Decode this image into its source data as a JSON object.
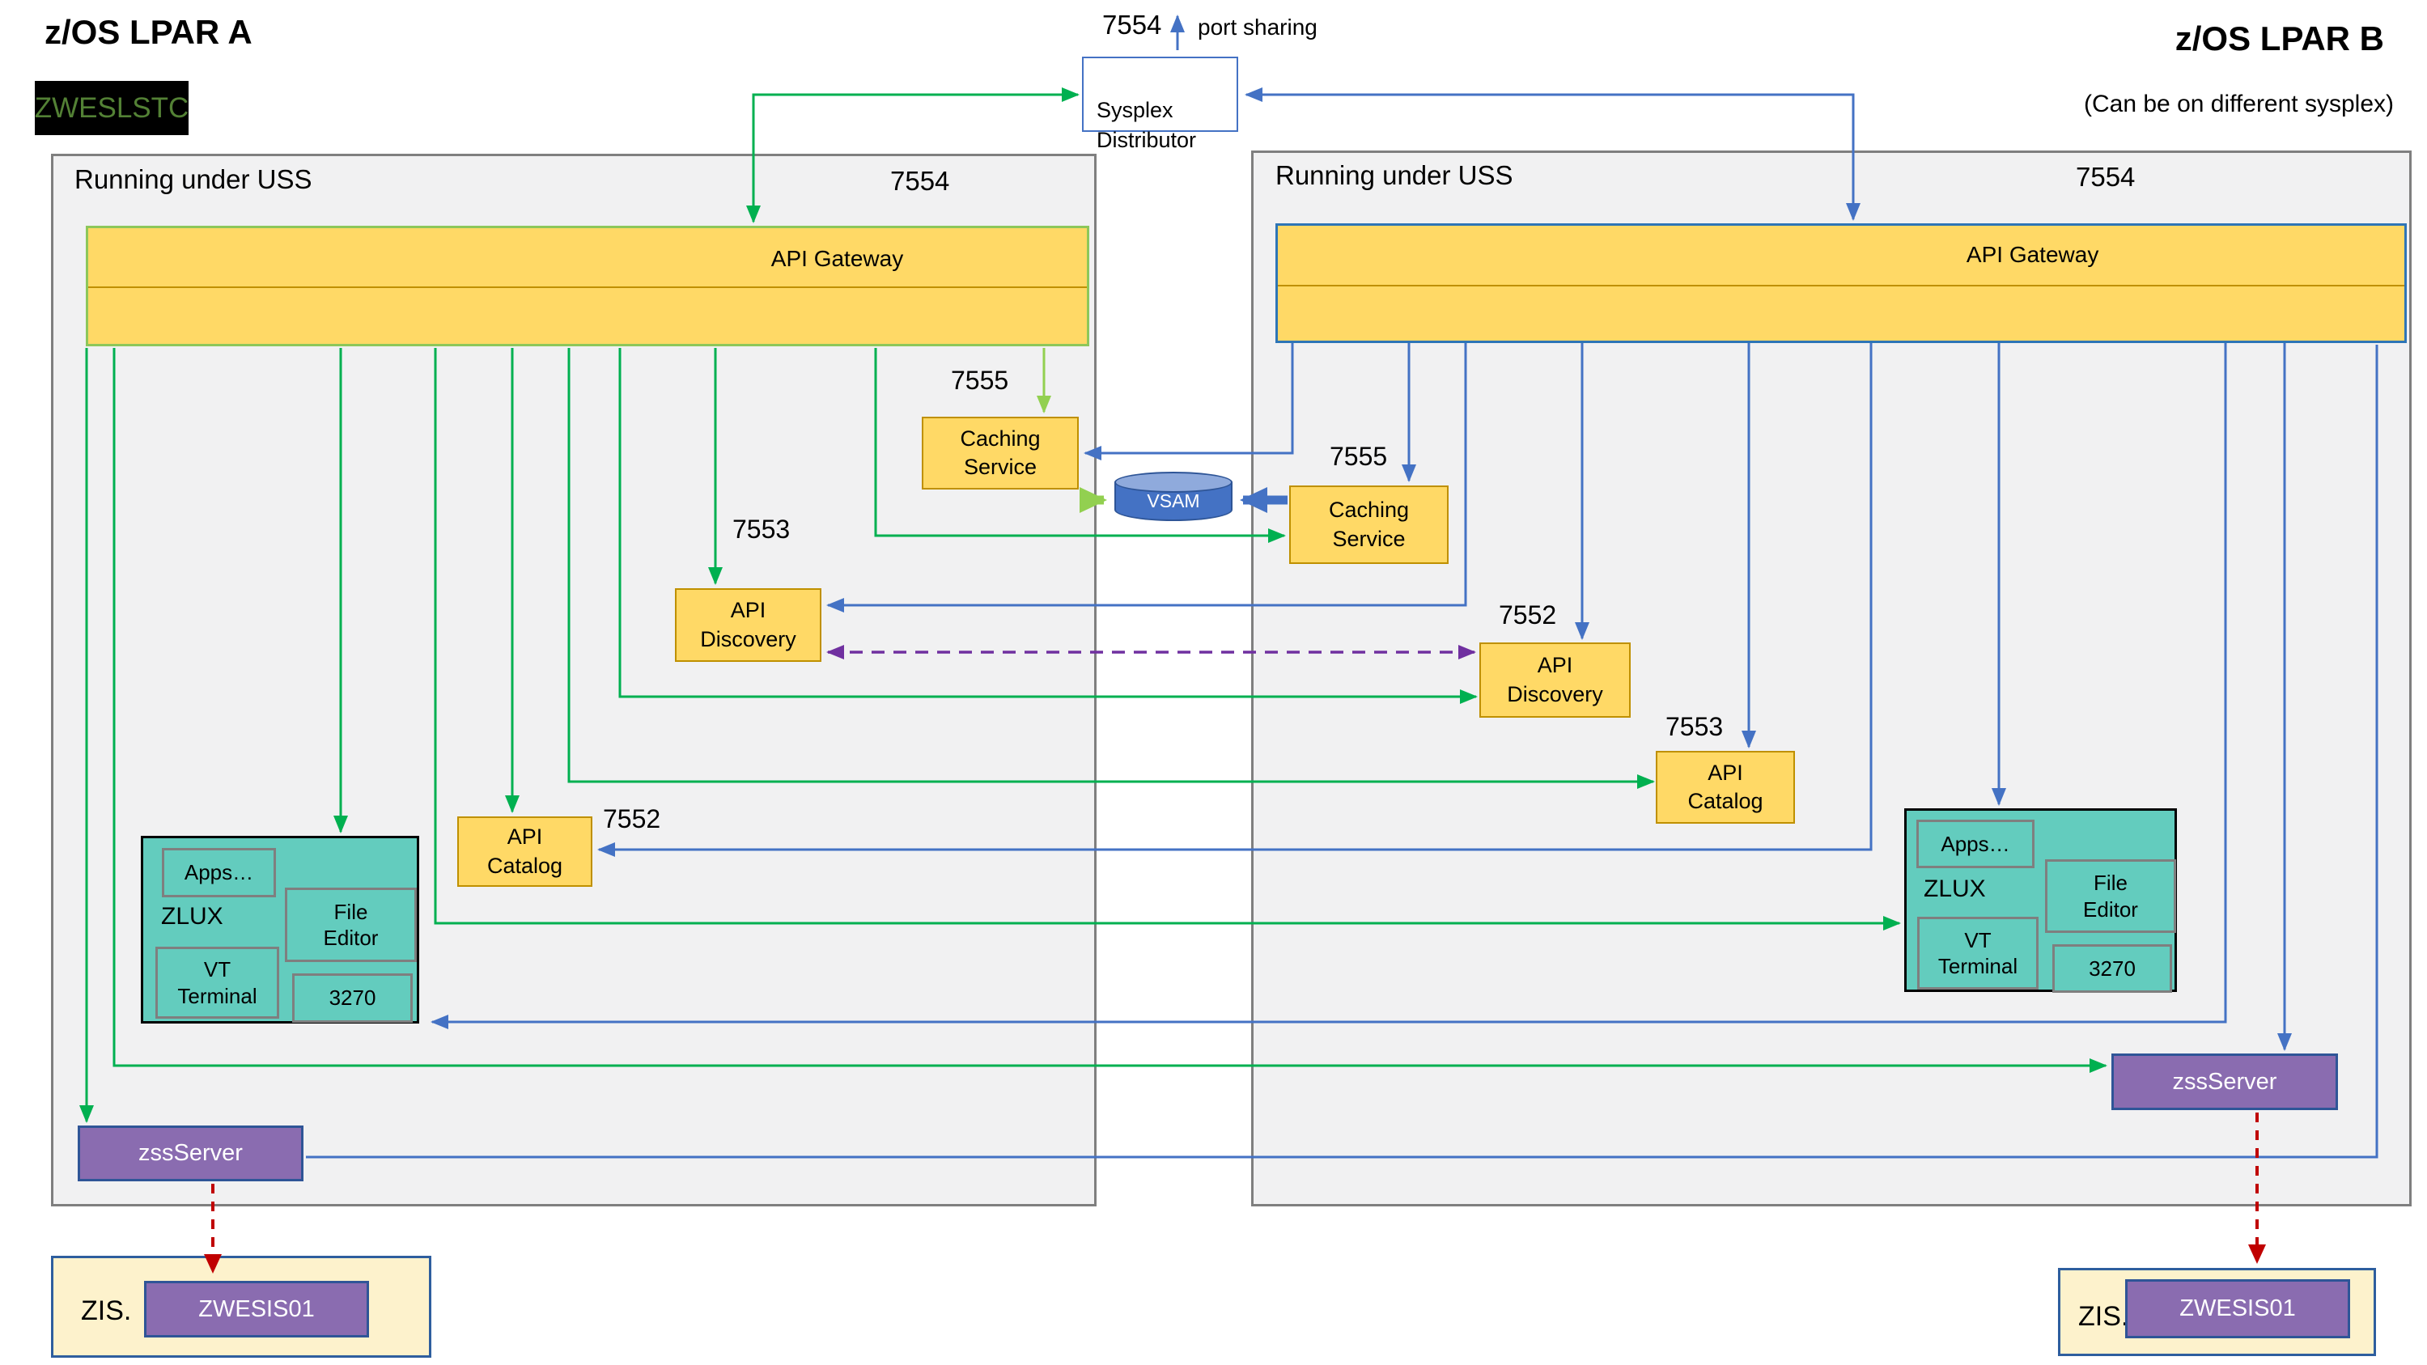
{
  "top": {
    "port": "7554",
    "port_sharing": "port sharing",
    "sysplex": "Sysplex\nDistributor"
  },
  "vsam_label": "VSAM",
  "lpar_a": {
    "title": "z/OS LPAR A",
    "badge": "ZWESLSTC",
    "uss_label": "Running under USS",
    "gateway_port": "7554",
    "gateway_label": "API Gateway",
    "caching_port": "7555",
    "caching_label": "Caching\nService",
    "discovery_port": "7553",
    "discovery_label": "API\nDiscovery",
    "catalog_port": "7552",
    "catalog_label": "API\nCatalog",
    "zlux": {
      "apps": "Apps…",
      "name": "ZLUX",
      "file_editor": "File\nEditor",
      "vt_terminal": "VT\nTerminal",
      "terminal_3270": "3270"
    },
    "zss_label": "zssServer",
    "zis_label": "ZIS.",
    "zis_module": "ZWESIS01"
  },
  "lpar_b": {
    "title": "z/OS LPAR B",
    "subtitle": "(Can be on different sysplex)",
    "uss_label": "Running under USS",
    "gateway_port": "7554",
    "gateway_label": "API Gateway",
    "caching_port": "7555",
    "caching_label": "Caching\nService",
    "discovery_port": "7552",
    "discovery_label": "API\nDiscovery",
    "catalog_port": "7553",
    "catalog_label": "API\nCatalog",
    "zlux": {
      "apps": "Apps…",
      "name": "ZLUX",
      "file_editor": "File\nEditor",
      "vt_terminal": "VT\nTerminal",
      "terminal_3270": "3270"
    },
    "zss_label": "zssServer",
    "zis_label": "ZIS.",
    "zis_module": "ZWESIS01"
  },
  "colors": {
    "green": "#00B050",
    "light_green": "#92D050",
    "blue": "#4472C4",
    "purple": "#7030A0",
    "red": "#C00000",
    "yellow_fill": "#FFD966",
    "yellow_border": "#BF9000",
    "teal_fill": "#63CCBE",
    "purple_fill": "#8A6CB0",
    "uss_fill": "#F1F1F2",
    "zis_fill": "#FDF2CC",
    "badge_text_color": "#538135"
  }
}
